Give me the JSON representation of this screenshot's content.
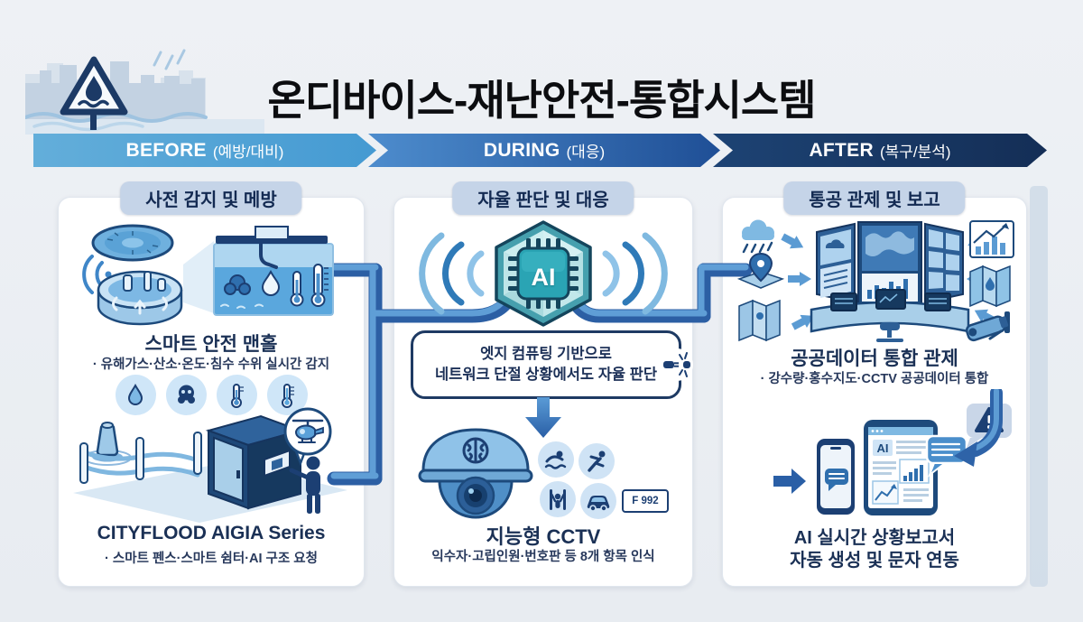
{
  "title": "온디바이스-재난안전-통합시스템",
  "timeline": {
    "phases": [
      {
        "en": "BEFORE",
        "kr": "(예방/대비)"
      },
      {
        "en": "DURING",
        "kr": "(대응)"
      },
      {
        "en": "AFTER",
        "kr": "(복구/분석)"
      }
    ]
  },
  "cards": {
    "before": {
      "header": "사전 감지 및 메방",
      "manhole_title": "스마트 안전 맨홀",
      "manhole_desc": "· 유해가스·산소·온도·침수 수위 실시간 감지",
      "sensor_icons": [
        "water-drop-icon",
        "gas-mask-icon",
        "thermometer-icon",
        "water-level-thermometer-icon"
      ],
      "cityflood_title": "CITYFLOOD AIGIA Series",
      "cityflood_desc": "· 스마트 펜스·스마트 쉼터·AI 구조 요청"
    },
    "during": {
      "header": "자율 판단 및 대응",
      "ai_chip_label": "AI",
      "callout_line1": "엣지 컴퓨팅 기반으로",
      "callout_line2": "네트워크 단절 상황에서도 자율 판단",
      "cctv_title": "지능형 CCTV",
      "cctv_desc": "익수자·고립인원·번호판 등 8개 항목 인식",
      "detection_icons": [
        "drowning-person-icon",
        "fallen-person-icon",
        "isolated-person-icon",
        "car-icon",
        "license-plate-icon"
      ],
      "license_plate_text": "F 992"
    },
    "after": {
      "header": "통공 관제 및 보고",
      "control_title": "공공데이터 통합 관제",
      "control_desc": "· 강수량·홍수지도·CCTV 공공데이터 통합",
      "input_icons": [
        "rain-cloud-icon",
        "map-pin-icon",
        "folded-map-icon",
        "trend-chart-icon",
        "flood-map-icon",
        "cctv-camera-icon"
      ],
      "report_title_line1": "AI 실시간 상황보고서",
      "report_title_line2": "자동 생성 및 문자 연동",
      "tablet_ai_label": "AI"
    }
  },
  "colors": {
    "background": "#E9EDF2",
    "card": "#FFFFFF",
    "header_pill": "#C5D4E8",
    "navy": "#1B3A69",
    "band_before": "#4DA0D6",
    "band_during": "#2D5FA8",
    "band_after": "#16335E",
    "connector_blue": "#3573B5",
    "teal_chip": "#2AA4B4",
    "light_icon_bg": "#CFE4F6"
  }
}
